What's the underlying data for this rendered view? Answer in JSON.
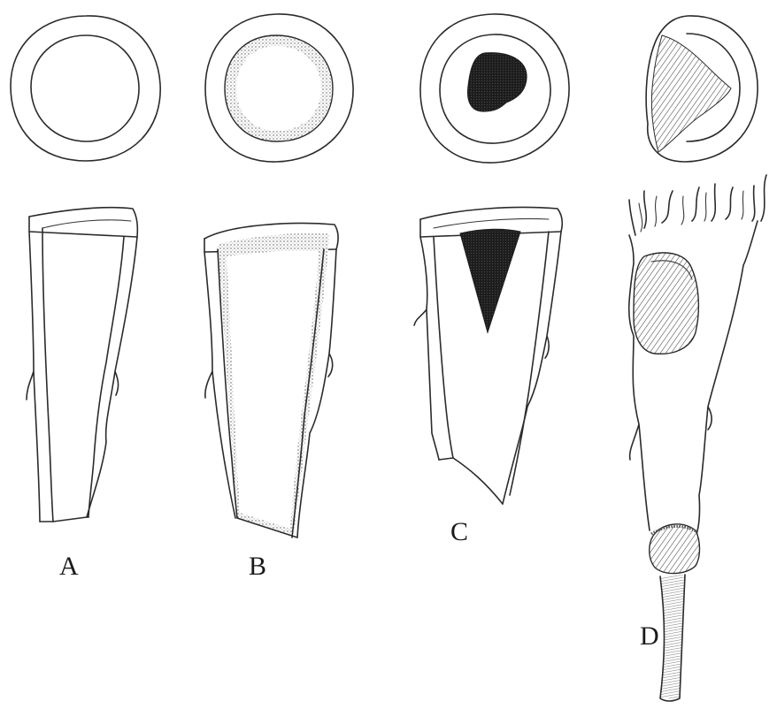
{
  "panels": [
    {
      "id": "A",
      "label": "A",
      "pattern": "none"
    },
    {
      "id": "B",
      "label": "B",
      "pattern": "stipple-ring"
    },
    {
      "id": "C",
      "label": "C",
      "pattern": "dark-core"
    },
    {
      "id": "D",
      "label": "D",
      "pattern": "hatched-lesion"
    }
  ],
  "colors": {
    "ink": "#2b2b2b",
    "dark_fill": "#1e1e1e",
    "paper": "#ffffff"
  }
}
